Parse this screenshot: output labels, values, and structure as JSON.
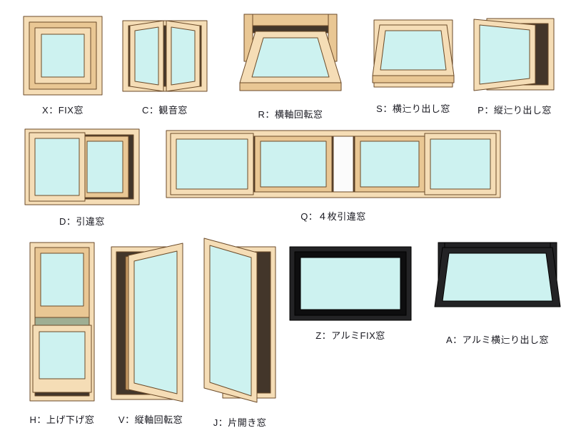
{
  "windows": [
    {
      "code": "X",
      "label": "X：FIX窓"
    },
    {
      "code": "C",
      "label": "C：観音窓"
    },
    {
      "code": "R",
      "label": "R：横軸回転窓"
    },
    {
      "code": "S",
      "label": "S：横辷り出し窓"
    },
    {
      "code": "P",
      "label": "P：縦辷り出し窓"
    },
    {
      "code": "D",
      "label": "D：引違窓"
    },
    {
      "code": "Q",
      "label": "Q：４枚引違窓"
    },
    {
      "code": "H",
      "label": "H：上げ下げ窓"
    },
    {
      "code": "V",
      "label": "V：縦軸回転窓"
    },
    {
      "code": "J",
      "label": "J：片開き窓"
    },
    {
      "code": "Z",
      "label": "Z：アルミFIX窓"
    },
    {
      "code": "A",
      "label": "A：アルミ横辷り出し窓"
    }
  ],
  "colors": {
    "wood_light": "#f5ddb6",
    "wood_mid": "#e9c794",
    "wood_dark": "#c79c66",
    "glass": "#cdf2f0",
    "opening_dark": "#43362a",
    "aluminum": "#232325",
    "label_text": "#17171f",
    "background": "#ffffff"
  }
}
